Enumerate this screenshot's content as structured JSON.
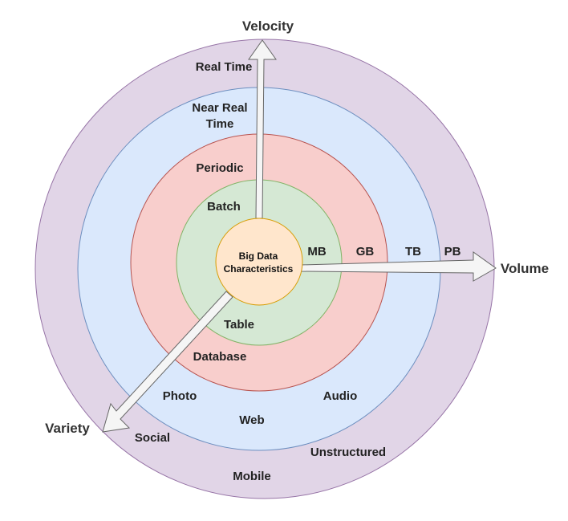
{
  "center": {
    "line1": "Big Data",
    "line2": "Characteristics"
  },
  "axes": {
    "velocity": "Velocity",
    "volume": "Volume",
    "variety": "Variety"
  },
  "velocity_labels": {
    "batch": "Batch",
    "periodic": "Periodic",
    "near_real_time_1": "Near Real",
    "near_real_time_2": "Time",
    "real_time": "Real Time"
  },
  "volume_labels": {
    "mb": "MB",
    "gb": "GB",
    "tb": "TB",
    "pb": "PB"
  },
  "variety_labels": {
    "table": "Table",
    "database": "Database",
    "photo": "Photo",
    "audio": "Audio",
    "web": "Web",
    "social": "Social",
    "unstructured": "Unstructured",
    "mobile": "Mobile"
  },
  "colors": {
    "ring_outer_fill": "#e1d5e7",
    "ring_outer_stroke": "#9673a6",
    "ring_blue_fill": "#dae8fc",
    "ring_blue_stroke": "#6c8ebf",
    "ring_red_fill": "#f8cecc",
    "ring_red_stroke": "#b85450",
    "ring_green_fill": "#d5e8d4",
    "ring_green_stroke": "#82b366",
    "core_fill": "#ffe6cc",
    "core_stroke": "#d79b00",
    "arrow_fill": "#f5f5f5",
    "arrow_stroke": "#666666"
  }
}
